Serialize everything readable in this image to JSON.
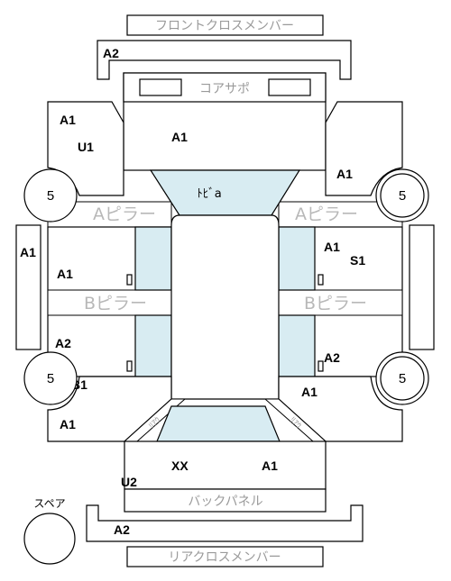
{
  "labels": {
    "front_cross_member": "フロントクロスメンバー",
    "core_support": "コアサポ",
    "a_pillar": "Aピラー",
    "b_pillar": "Bピラー",
    "back_panel": "バックパネル",
    "rear_cross_member": "リアクロスメンバー",
    "spare": "スペア",
    "windshield": "ﾄﾋﾞa",
    "rear_pillar_left": "ﾘｱｳ",
    "rear_pillar_right": "ﾘｱｳ"
  },
  "tires": {
    "front_left": "5",
    "front_right": "5",
    "rear_left": "5",
    "rear_right": "5"
  },
  "codes": {
    "front_cross": "A2",
    "front_left_fender_a": "A1",
    "front_left_fender_u": "U1",
    "hood": "A1",
    "front_right_fender": "A1",
    "left_side": "A1",
    "front_left_door": "A1",
    "rear_left_door": "A2",
    "rear_left_door_b": "B1",
    "rear_left_quarter": "A1",
    "front_right_door_a": "A1",
    "front_right_door_s": "S1",
    "rear_right_door": "A2",
    "rear_right_quarter": "A1",
    "trunk_left": "XX",
    "trunk_right": "A1",
    "trunk_u": "U2",
    "rear_cross": "A2"
  }
}
